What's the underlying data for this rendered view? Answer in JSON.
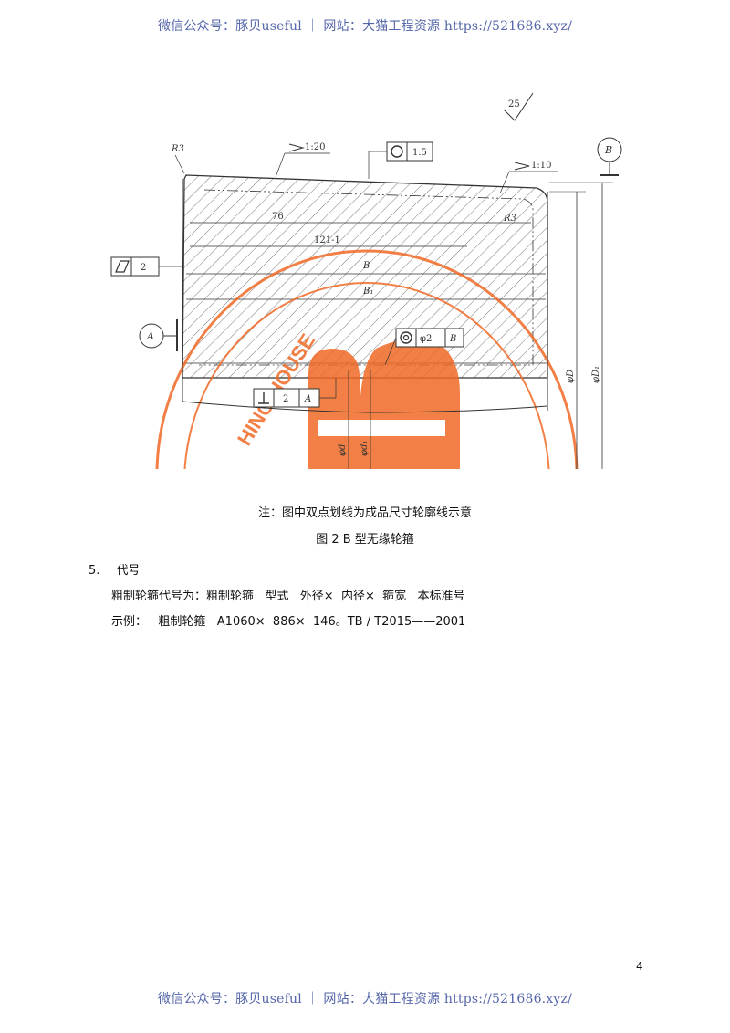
{
  "watermark": {
    "top": "微信公众号：豚贝useful ｜ 网站：大猫工程资源 https://521686.xyz/",
    "bottom": "微信公众号：豚贝useful ｜ 网站：大猫工程资源 https://521686.xyz/"
  },
  "figure": {
    "labels": {
      "roughness": "25",
      "r3_left": "R3",
      "r3_right": "R3",
      "taper_left": "1:20",
      "taper_right": "1:10",
      "roundness_tol": "1.5",
      "datum_b": "B",
      "dim_76": "76",
      "dim_121": "121-1",
      "dim_B": "B",
      "dim_B1": "B₁",
      "flatness_tol": "2",
      "datum_a": "A",
      "concentric_tol": "φ2",
      "concentric_ref": "B",
      "perp_tol": "2",
      "perp_ref": "A",
      "phi_D": "φD",
      "phi_D1": "φD₁",
      "phi_d": "φd",
      "phi_d1": "φd₁"
    },
    "stamp_text": "HING HOUSE",
    "colors": {
      "line": "#333333",
      "stamp": "#f06a26"
    }
  },
  "content": {
    "note": "注：图中双点划线为成品尺寸轮廓线示意",
    "caption": "图 2  B 型无缘轮箍",
    "section": {
      "number": "5.",
      "title": "代号"
    },
    "line1": "粗制轮箍代号为：粗制轮箍   型式   外径×  内径×  箍宽   本标准号",
    "line2": "示例：   粗制轮箍   A1060×  886×  146。TB / T2015——2001"
  },
  "page_number": "4"
}
